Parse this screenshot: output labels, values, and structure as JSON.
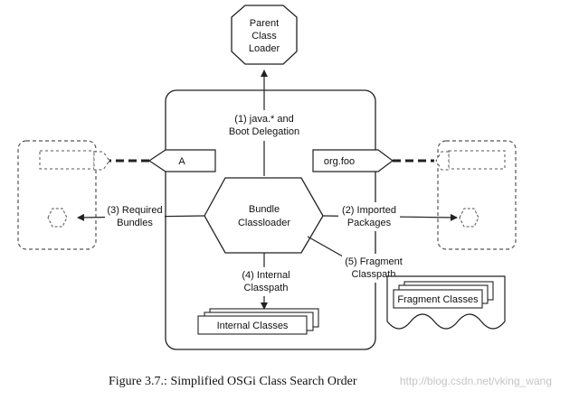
{
  "parent_loader": {
    "line1": "Parent",
    "line2": "Class",
    "line3": "Loader"
  },
  "bundle_loader": {
    "line1": "Bundle",
    "line2": "Classloader"
  },
  "steps": {
    "boot": {
      "line1": "(1) java.* and",
      "line2": "Boot Delegation"
    },
    "imported": {
      "line1": "(2) Imported",
      "line2": "Packages"
    },
    "required": {
      "line1": "(3) Required",
      "line2": "Bundles"
    },
    "internal": {
      "line1": "(4) Internal",
      "line2": "Classpath"
    },
    "fragment": {
      "line1": "(5) Fragment",
      "line2": "Classpath"
    }
  },
  "exports": {
    "left": "A",
    "right": "org.foo"
  },
  "stacks": {
    "internal": "Internal Classes",
    "fragment": "Fragment Classes"
  },
  "caption": "Figure 3.7.: Simplified OSGi Class Search Order",
  "watermark": "http://blog.csdn.net/vking_wang",
  "colors": {
    "stroke": "#222222",
    "fill": "#ffffff",
    "dashed": "#555555",
    "watermark": "#c4c4c4"
  }
}
